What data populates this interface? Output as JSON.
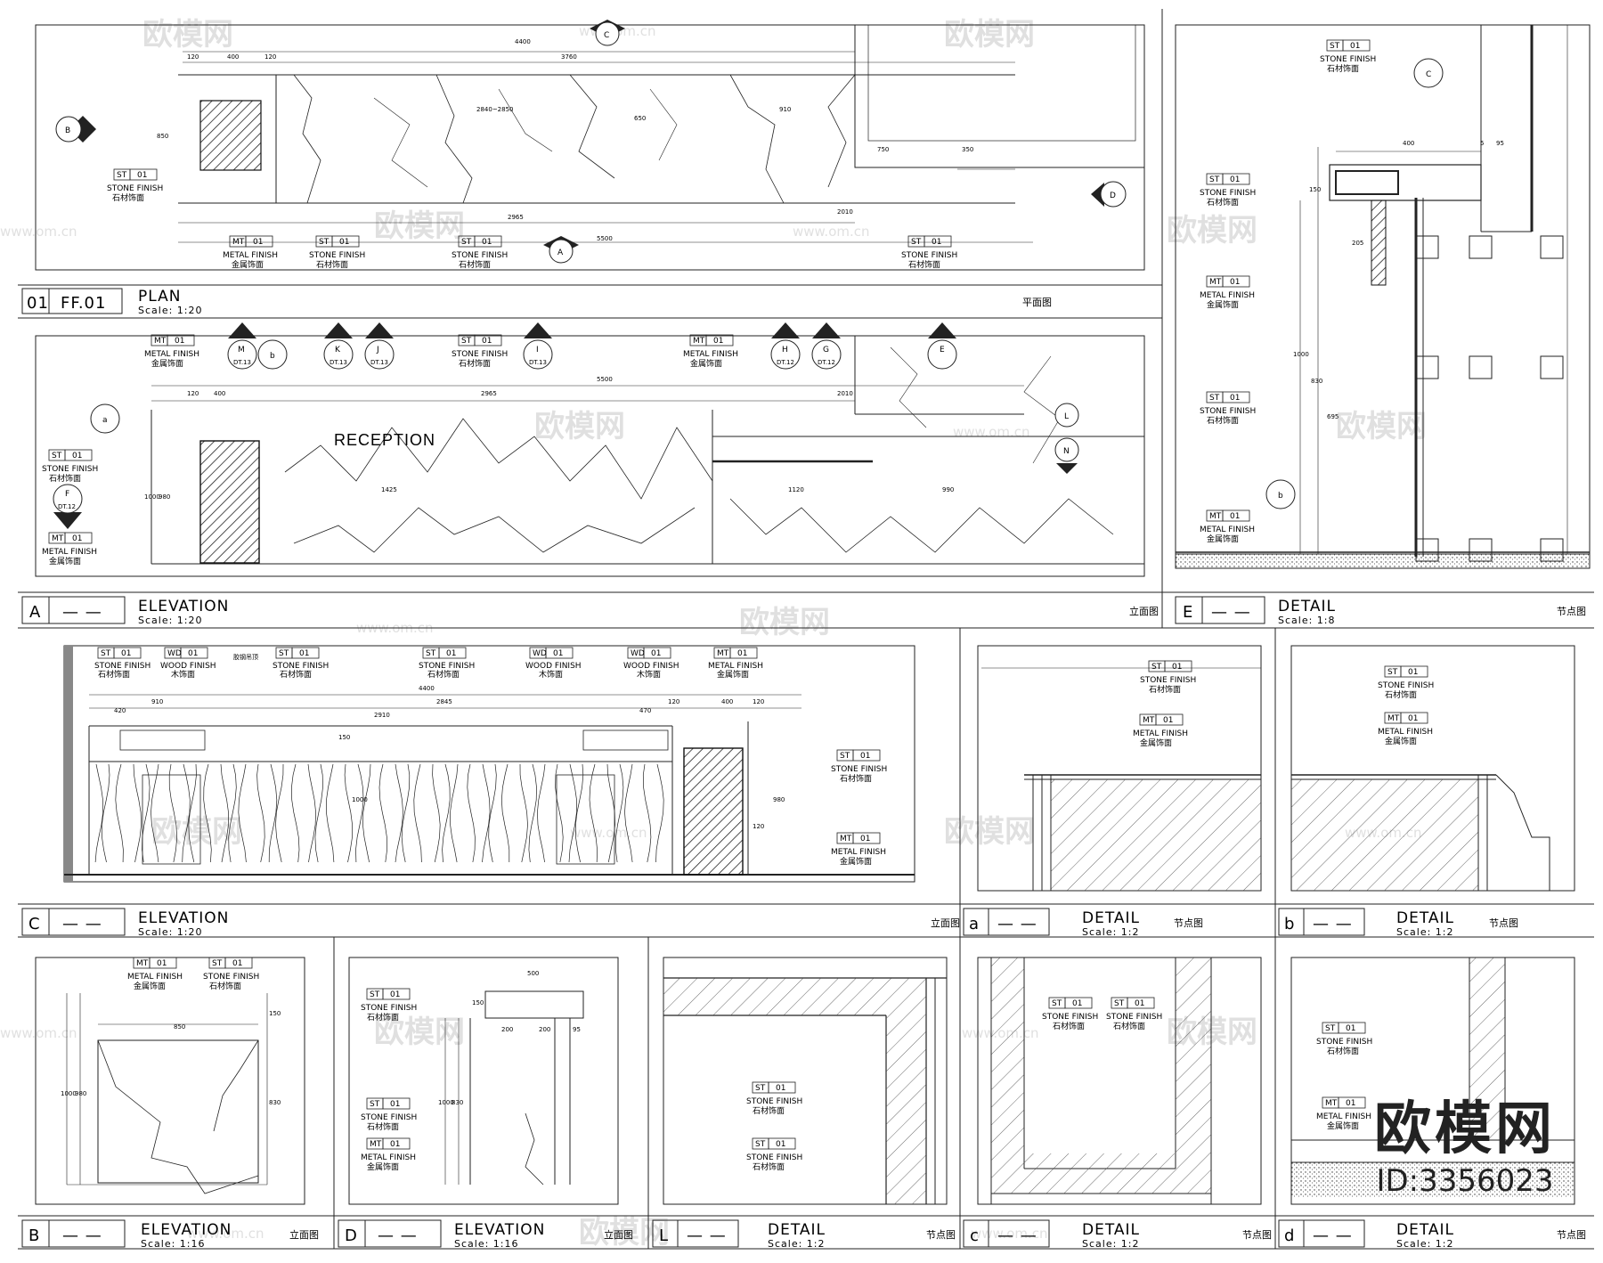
{
  "panels": {
    "plan": {
      "num": "01",
      "code": "FF.01",
      "title": "PLAN",
      "scale": "Scale: 1:20",
      "cn": "平面图"
    },
    "elevA": {
      "num": "A",
      "code": "— —",
      "title": "ELEVATION",
      "scale": "Scale: 1:20",
      "cn": "立面图"
    },
    "detailE": {
      "num": "E",
      "code": "— —",
      "title": "DETAIL",
      "scale": "Scale: 1:8",
      "cn": "节点图"
    },
    "elevC": {
      "num": "C",
      "code": "— —",
      "title": "ELEVATION",
      "scale": "Scale: 1:20",
      "cn": "立面图"
    },
    "detailA": {
      "num": "a",
      "code": "— —",
      "title": "DETAIL",
      "scale": "Scale: 1:2",
      "cn": "节点图"
    },
    "detailB": {
      "num": "b",
      "code": "— —",
      "title": "DETAIL",
      "scale": "Scale: 1:2",
      "cn": "节点图"
    },
    "elevB": {
      "num": "B",
      "code": "— —",
      "title": "ELEVATION",
      "scale": "Scale: 1:16",
      "cn": "立面图"
    },
    "elevD": {
      "num": "D",
      "code": "— —",
      "title": "ELEVATION",
      "scale": "Scale: 1:16",
      "cn": "立面图"
    },
    "detailL": {
      "num": "L",
      "code": "— —",
      "title": "DETAIL",
      "scale": "Scale: 1:2",
      "cn": "节点图"
    },
    "detailCc": {
      "num": "c",
      "code": "— —",
      "title": "DETAIL",
      "scale": "Scale: 1:2",
      "cn": "节点图"
    },
    "detailD": {
      "num": "d",
      "code": "— —",
      "title": "DETAIL",
      "scale": "Scale: 1:2",
      "cn": "节点图"
    }
  },
  "materials": {
    "stone": {
      "code": "ST",
      "num": "01",
      "en": "STONE FINISH",
      "cn": "石材饰面"
    },
    "metal": {
      "code": "MT",
      "num": "01",
      "en": "METAL FINISH",
      "cn": "金属饰面"
    },
    "wood": {
      "code": "WD",
      "num": "01",
      "en": "WOOD FINISH",
      "cn": "木饰面"
    }
  },
  "plan_dims": {
    "total": "4400",
    "inner": "3760",
    "a": "120",
    "b": "400",
    "c": "120",
    "d": "850",
    "e": "2965",
    "f": "5500",
    "g": "750",
    "h": "350",
    "i": "2010",
    "j": "650",
    "k": "910",
    "range": "2840~2850"
  },
  "elevA_dims": {
    "total": "5500",
    "a": "120",
    "b": "400",
    "c": "2965",
    "d": "2010",
    "e": "1425",
    "f": "1120",
    "g": "990",
    "h": "1000",
    "i": "980"
  },
  "elevA_label": "RECEPTION",
  "elevA_markers": [
    "M",
    "b",
    "K",
    "J",
    "I",
    "H",
    "G",
    "E",
    "L",
    "N",
    "a",
    "F"
  ],
  "elevA_marker_refs": [
    "DT.13",
    "",
    "DT.13",
    "DT.13",
    "DT.13",
    "DT.12",
    "DT.12",
    "",
    "",
    "",
    "",
    "DT.12"
  ],
  "elevC_dims": {
    "total": "4400",
    "a": "420",
    "b": "910",
    "c": "2910",
    "d": "2845",
    "e": "470",
    "f": "120",
    "g": "400",
    "h": "120",
    "i": "150",
    "j": "1000",
    "k": "980",
    "l": "120"
  },
  "elevC_note": "胶钢吊顶",
  "detailE_dims": {
    "a": "400",
    "b": "5",
    "c": "95",
    "d": "150",
    "e": "1000",
    "f": "830",
    "g": "695",
    "h": "205"
  },
  "elevB_dims": {
    "a": "850",
    "b": "150",
    "c": "1000",
    "d": "830",
    "e": "980"
  },
  "elevD_dims": {
    "a": "500",
    "b": "200",
    "c": "200",
    "d": "95",
    "e": "1000",
    "f": "830",
    "g": "150"
  },
  "section_marks": {
    "c": "C",
    "a": "A",
    "b": "B",
    "d": "D"
  },
  "brand": {
    "logo": "欧模网",
    "id": "ID:3356023"
  },
  "watermark": {
    "text": "欧模网",
    "url": "www.om.cn"
  }
}
